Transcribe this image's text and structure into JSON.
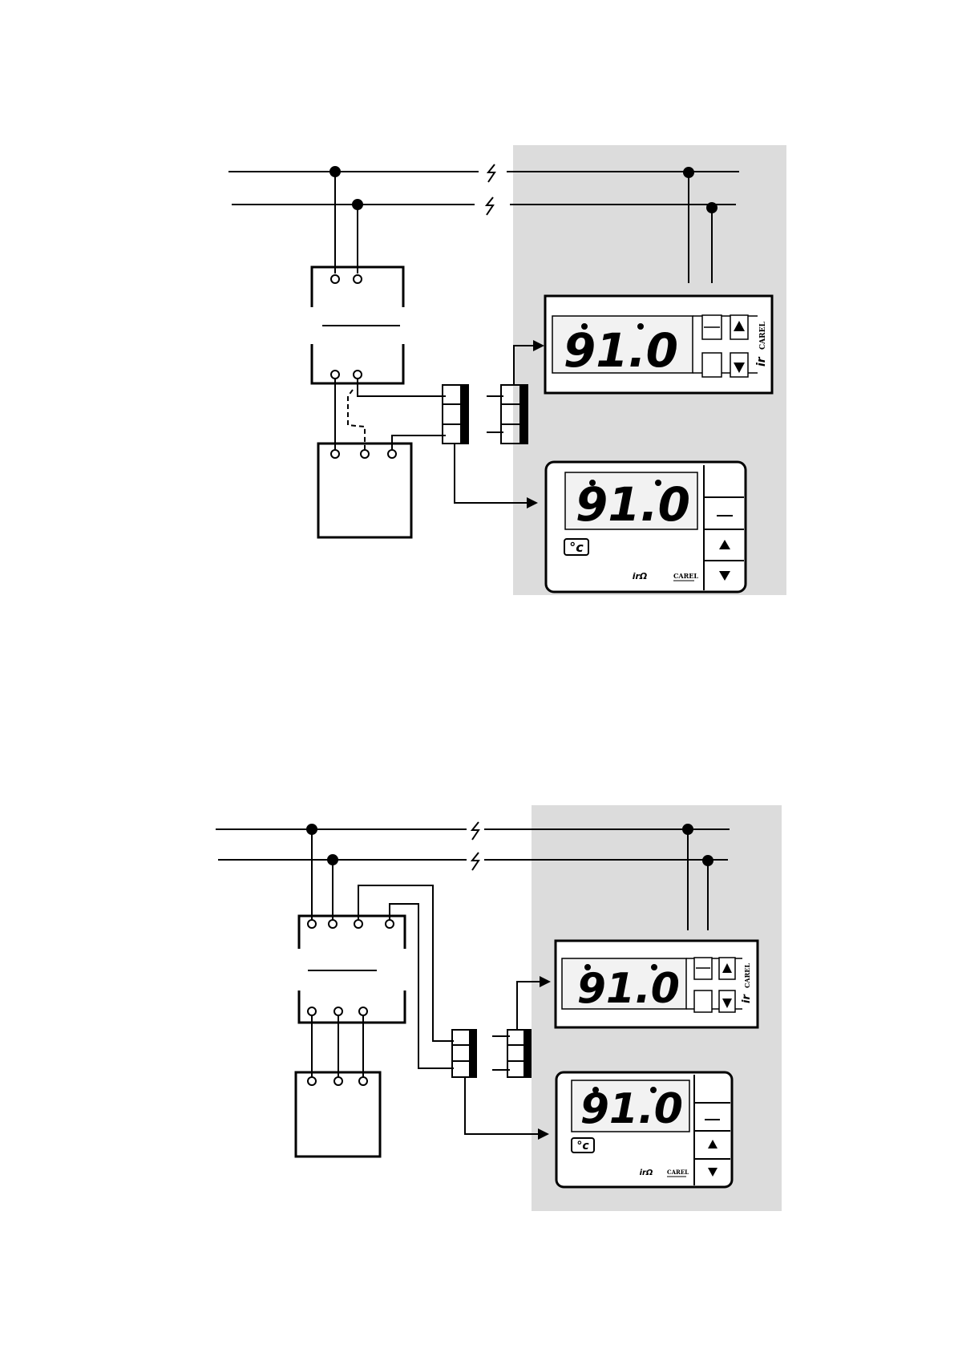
{
  "diagrams": [
    {
      "id": "top",
      "controller_panel": {
        "display": "91.0",
        "brand": "CAREL",
        "logo": "ir"
      },
      "controller_compact": {
        "display": "91.0",
        "unit": "°c",
        "brand": "CAREL",
        "logo": "irΩ"
      }
    },
    {
      "id": "bottom",
      "controller_panel": {
        "display": "91.0",
        "brand": "CAREL",
        "logo": "ir"
      },
      "controller_compact": {
        "display": "91.0",
        "unit": "°c",
        "brand": "CAREL",
        "logo": "irΩ"
      }
    }
  ],
  "icons": [
    "arrow-up-icon",
    "arrow-down-icon",
    "line-break-icon"
  ],
  "colors": {
    "line": "#000000",
    "background": "#ffffff",
    "shaded_area": "#dcdcdc",
    "display_bg": "#f2f2f2"
  }
}
